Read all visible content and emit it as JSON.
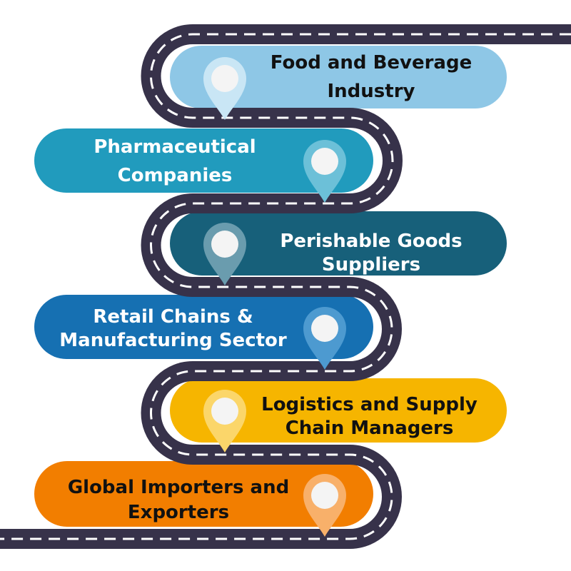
{
  "title": "Industries served",
  "colors": {
    "road": "#37324a",
    "road_dash": "#ffffff"
  },
  "steps": [
    {
      "label": "Food and Beverage Industry",
      "line1": "Food and Beverage",
      "line2": "Industry",
      "color": "#8ec7e6",
      "text_color": "#111111",
      "icon": "location-pin-icon"
    },
    {
      "label": "Pharmaceutical Companies",
      "line1": "Pharmaceutical",
      "line2": "Companies",
      "color": "#219bbd",
      "text_color": "#ffffff",
      "icon": "location-pin-icon"
    },
    {
      "label": "Perishable Goods Suppliers",
      "line1": "Perishable Goods",
      "line2": "Suppliers",
      "color": "#17607a",
      "text_color": "#ffffff",
      "icon": "location-pin-icon"
    },
    {
      "label": "Retail Chains & Manufacturing Sector",
      "line1": "Retail Chains &",
      "line2": "Manufacturing Sector",
      "color": "#1670b2",
      "text_color": "#ffffff",
      "icon": "location-pin-icon"
    },
    {
      "label": "Logistics and Supply Chain Managers",
      "line1": "Logistics and Supply",
      "line2": "Chain Managers",
      "color": "#f6b500",
      "text_color": "#111111",
      "icon": "location-pin-icon"
    },
    {
      "label": "Global Importers and Exporters",
      "line1": "Global Importers and",
      "line2": "Exporters",
      "color": "#f27e00",
      "text_color": "#111111",
      "icon": "location-pin-icon"
    }
  ]
}
